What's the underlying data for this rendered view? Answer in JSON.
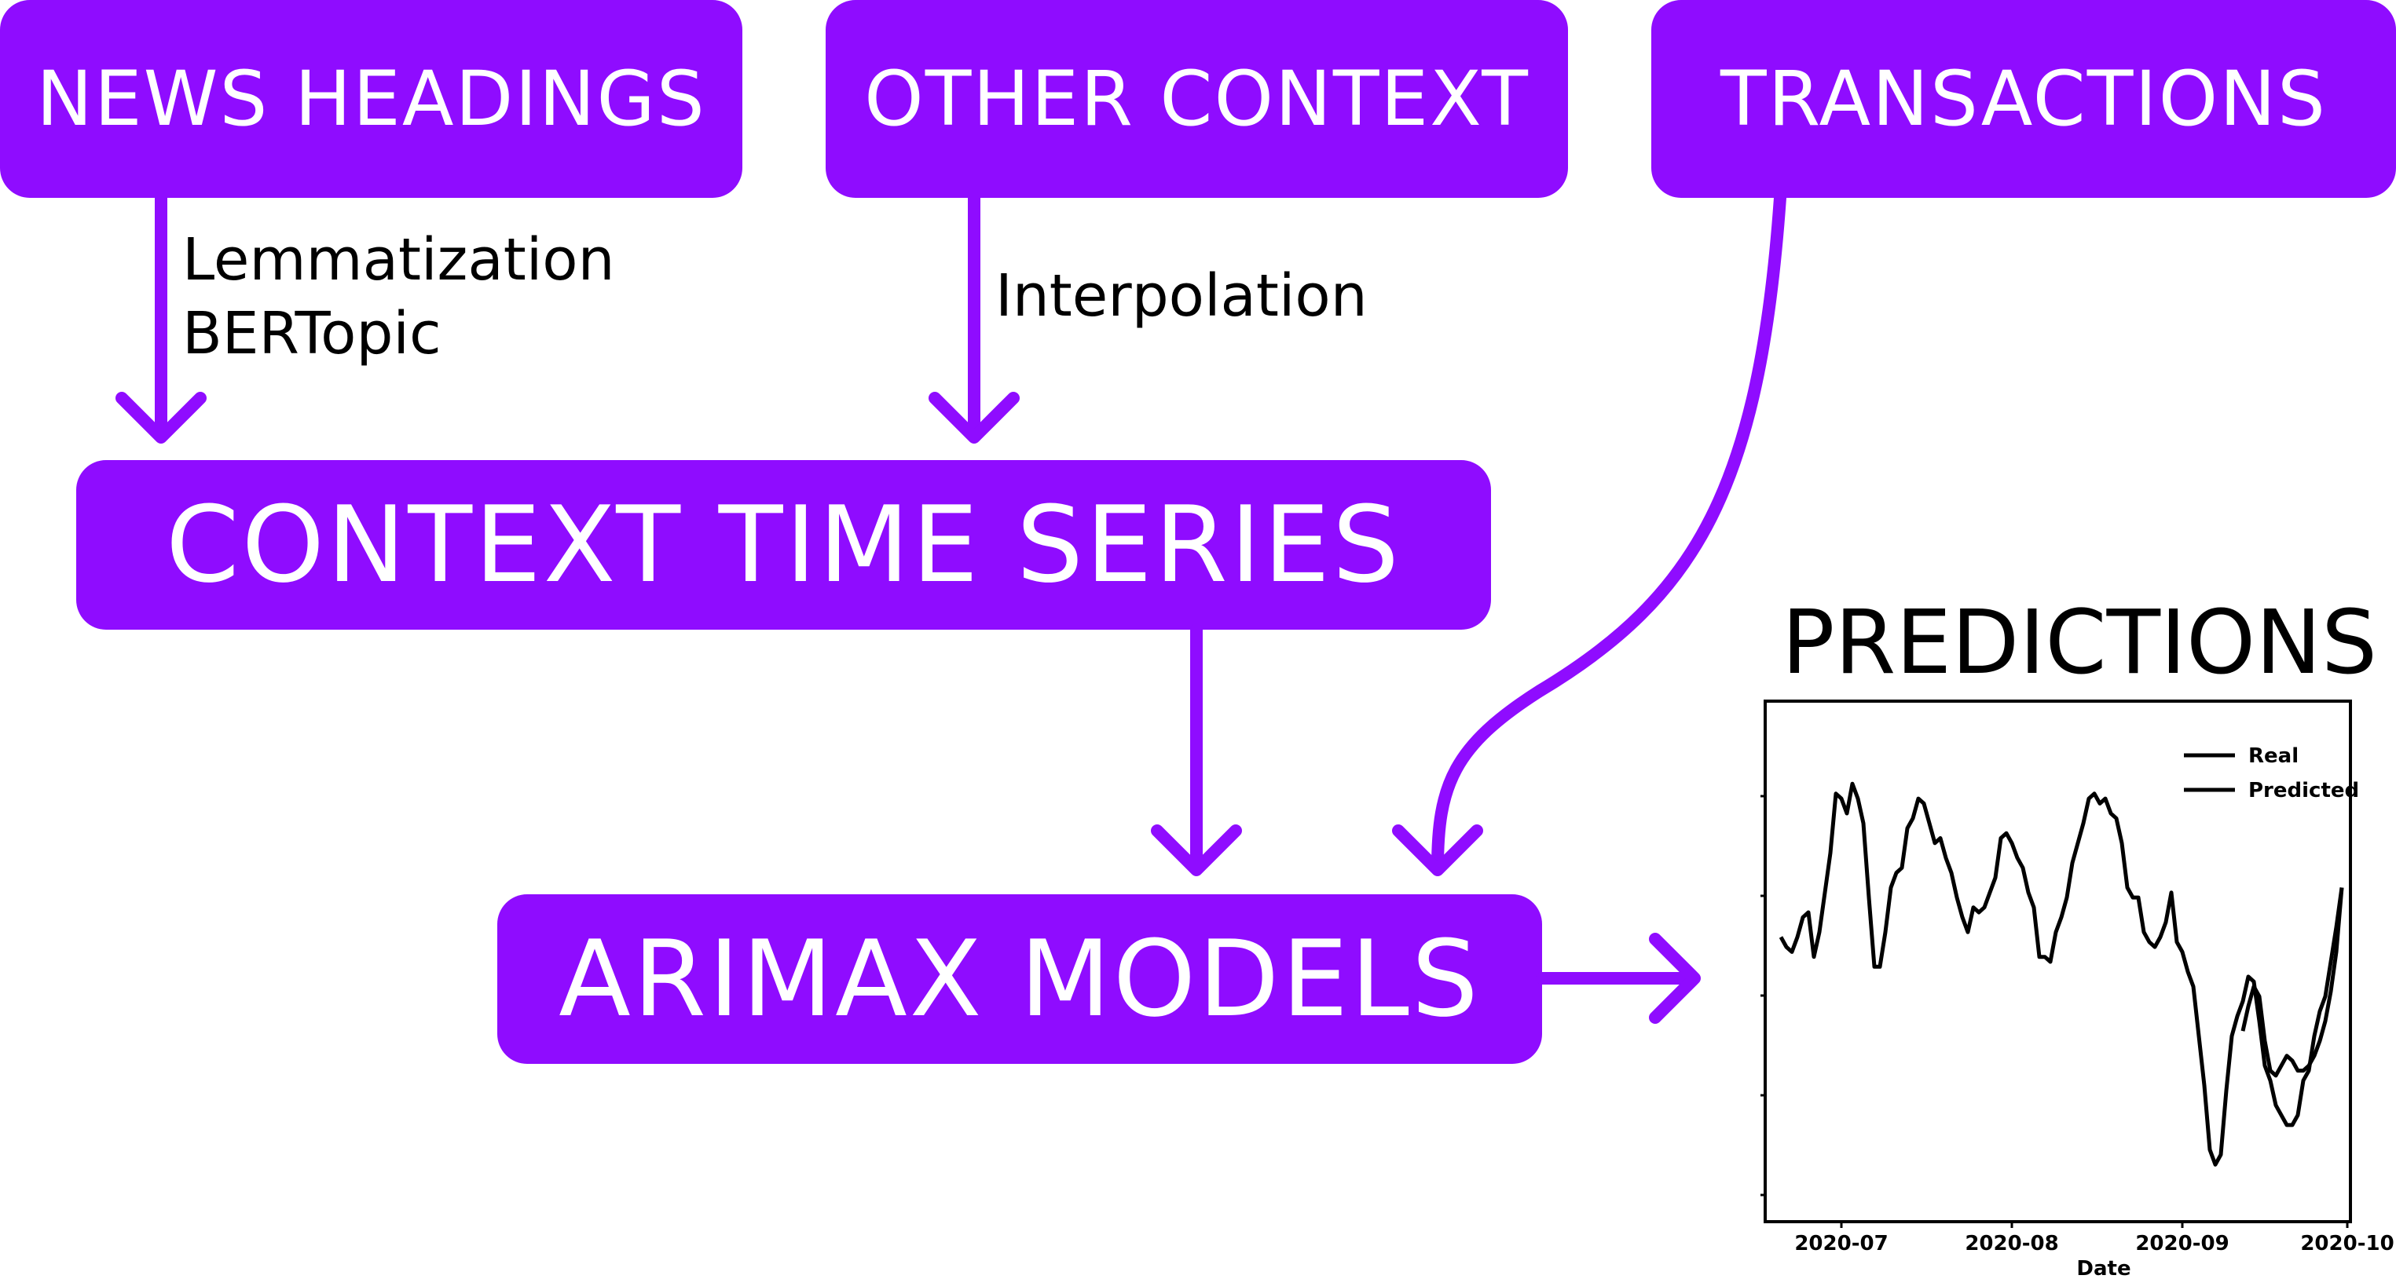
{
  "nodes": {
    "news_headings": "NEWS HEADINGS",
    "other_context": "OTHER CONTEXT",
    "transactions": "TRANSACTIONS",
    "context_time_series": "CONTEXT TIME SERIES",
    "arimax_models": "ARIMAX MODELS"
  },
  "edge_labels": {
    "news_line1": "Lemmatization",
    "news_line2": "BERTopic",
    "other": "Interpolation"
  },
  "predictions_title": "PREDICTIONS",
  "colors": {
    "accent": "#8f0cff",
    "box_text": "#ffffff",
    "plot_line": "#000000"
  },
  "chart_data": {
    "type": "line",
    "xlabel": "Date",
    "x_ticks": [
      "2020-07",
      "2020-08",
      "2020-09",
      "2020-10"
    ],
    "legend": [
      "Real",
      "Predicted"
    ],
    "legend_position": "top-right",
    "grid": false,
    "ylim": [
      0,
      1
    ],
    "series": [
      {
        "name": "Real",
        "x": [
          "2020-06-20",
          "2020-06-21",
          "2020-06-22",
          "2020-06-23",
          "2020-06-24",
          "2020-06-25",
          "2020-06-26",
          "2020-06-27",
          "2020-06-28",
          "2020-06-29",
          "2020-06-30",
          "2020-07-01",
          "2020-07-02",
          "2020-07-03",
          "2020-07-04",
          "2020-07-05",
          "2020-07-06",
          "2020-07-07",
          "2020-07-08",
          "2020-07-09",
          "2020-07-10",
          "2020-07-11",
          "2020-07-12",
          "2020-07-13",
          "2020-07-14",
          "2020-07-15",
          "2020-07-16",
          "2020-07-17",
          "2020-07-18",
          "2020-07-19",
          "2020-07-20",
          "2020-07-21",
          "2020-07-22",
          "2020-07-23",
          "2020-07-24",
          "2020-07-25",
          "2020-07-26",
          "2020-07-27",
          "2020-07-28",
          "2020-07-29",
          "2020-07-30",
          "2020-07-31",
          "2020-08-01",
          "2020-08-02",
          "2020-08-03",
          "2020-08-04",
          "2020-08-05",
          "2020-08-06",
          "2020-08-07",
          "2020-08-08",
          "2020-08-09",
          "2020-08-10",
          "2020-08-11",
          "2020-08-12",
          "2020-08-13",
          "2020-08-14",
          "2020-08-15",
          "2020-08-16",
          "2020-08-17",
          "2020-08-18",
          "2020-08-19",
          "2020-08-20",
          "2020-08-21",
          "2020-08-22",
          "2020-08-23",
          "2020-08-24",
          "2020-08-25",
          "2020-08-26",
          "2020-08-27",
          "2020-08-28",
          "2020-08-29",
          "2020-08-30",
          "2020-08-31",
          "2020-09-01",
          "2020-09-02",
          "2020-09-03",
          "2020-09-04",
          "2020-09-05",
          "2020-09-06",
          "2020-09-07",
          "2020-09-08",
          "2020-09-09",
          "2020-09-10",
          "2020-09-11",
          "2020-09-12",
          "2020-09-13",
          "2020-09-14",
          "2020-09-15",
          "2020-09-16",
          "2020-09-17",
          "2020-09-18",
          "2020-09-19",
          "2020-09-20",
          "2020-09-21",
          "2020-09-22",
          "2020-09-23",
          "2020-09-24",
          "2020-09-25",
          "2020-09-26",
          "2020-09-27",
          "2020-09-28",
          "2020-09-29",
          "2020-09-30"
        ],
        "values": [
          0.55,
          0.53,
          0.52,
          0.55,
          0.59,
          0.6,
          0.51,
          0.56,
          0.64,
          0.72,
          0.84,
          0.83,
          0.8,
          0.86,
          0.83,
          0.78,
          0.63,
          0.49,
          0.49,
          0.56,
          0.65,
          0.68,
          0.69,
          0.77,
          0.79,
          0.83,
          0.82,
          0.78,
          0.74,
          0.75,
          0.71,
          0.68,
          0.63,
          0.59,
          0.56,
          0.61,
          0.6,
          0.61,
          0.64,
          0.67,
          0.75,
          0.76,
          0.74,
          0.71,
          0.69,
          0.64,
          0.61,
          0.51,
          0.51,
          0.5,
          0.56,
          0.59,
          0.63,
          0.7,
          0.74,
          0.78,
          0.83,
          0.84,
          0.82,
          0.83,
          0.8,
          0.79,
          0.74,
          0.65,
          0.63,
          0.63,
          0.56,
          0.54,
          0.53,
          0.55,
          0.58,
          0.64,
          0.54,
          0.52,
          0.48,
          0.45,
          0.35,
          0.25,
          0.12,
          0.09,
          0.11,
          0.24,
          0.35,
          0.39,
          0.42,
          0.47,
          0.46,
          0.38,
          0.29,
          0.26,
          0.21,
          0.19,
          0.17,
          0.17,
          0.19,
          0.26,
          0.28,
          0.35,
          0.4,
          0.43,
          0.5,
          0.57,
          0.65
        ]
      },
      {
        "name": "Predicted",
        "x": [
          "2020-09-12",
          "2020-09-13",
          "2020-09-14",
          "2020-09-15",
          "2020-09-16",
          "2020-09-17",
          "2020-09-18",
          "2020-09-19",
          "2020-09-20",
          "2020-09-21",
          "2020-09-22",
          "2020-09-23",
          "2020-09-24",
          "2020-09-25",
          "2020-09-26",
          "2020-09-27",
          "2020-09-28",
          "2020-09-29",
          "2020-09-30"
        ],
        "values": [
          0.36,
          0.41,
          0.45,
          0.43,
          0.34,
          0.28,
          0.27,
          0.29,
          0.31,
          0.3,
          0.28,
          0.28,
          0.29,
          0.31,
          0.34,
          0.38,
          0.44,
          0.52,
          0.65
        ]
      }
    ]
  }
}
